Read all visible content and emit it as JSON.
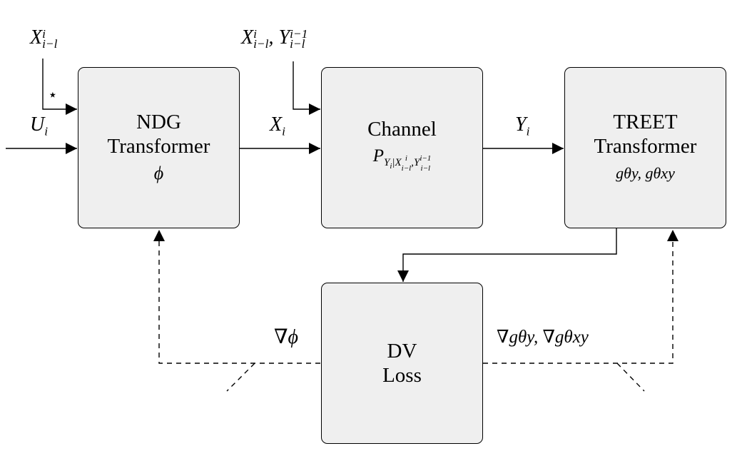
{
  "blocks": {
    "ndg": {
      "line1": "NDG",
      "line2": "Transformer",
      "param": "ϕ"
    },
    "channel": {
      "line1": "Channel",
      "param_base": "P",
      "param_sub": "Y",
      "param_sub_i": "i",
      "param_cond": "|X",
      "param_cond_sup": "i",
      "param_cond_sub": "i−l",
      "param_comma": ",Y",
      "param_y_sup": "i−1",
      "param_y_sub": "i−l"
    },
    "treet": {
      "line1": "TREET",
      "line2": "Transformer",
      "param": "gθy, gθxy"
    },
    "dv": {
      "line1": "DV",
      "line2": "Loss"
    }
  },
  "labels": {
    "ndg_side_input": {
      "base": "X",
      "sup": "i",
      "sub": "i−l"
    },
    "star": "⋆",
    "u_input": {
      "base": "U",
      "sub": "i"
    },
    "channel_side_input": {
      "base1": "X",
      "sup1": "i",
      "sub1": "i−l",
      "sep": ", ",
      "base2": "Y",
      "sup2": "i−1",
      "sub2": "i−l"
    },
    "x_signal": {
      "base": "X",
      "sub": "i"
    },
    "y_signal": {
      "base": "Y",
      "sub": "i"
    },
    "grad_phi": "∇ϕ",
    "grad_g": "∇gθy, ∇gθxy"
  }
}
